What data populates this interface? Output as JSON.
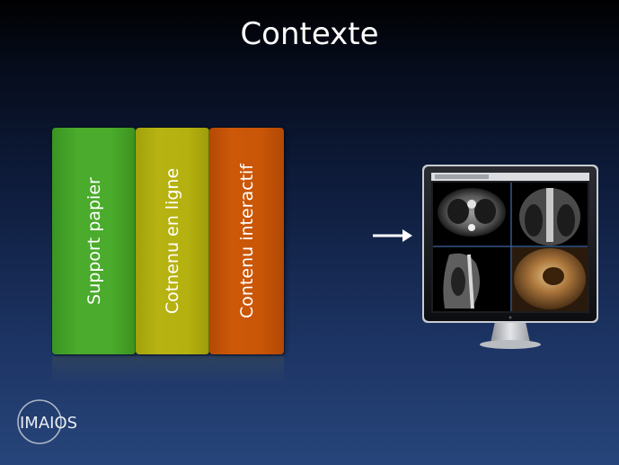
{
  "slide": {
    "title": "Contexte"
  },
  "panels": [
    {
      "label": "Support papier",
      "color": "#4aab2c"
    },
    {
      "label": "Cotnenu en ligne",
      "color": "#b6b312"
    },
    {
      "label": "Contenu interactif",
      "color": "#cc5808"
    }
  ],
  "arrow_icon": "right-arrow-icon",
  "logo": {
    "text": "IMAIOS"
  },
  "colors": {
    "background_top": "#000000",
    "background_bottom": "#27457a",
    "text": "#ffffff"
  }
}
